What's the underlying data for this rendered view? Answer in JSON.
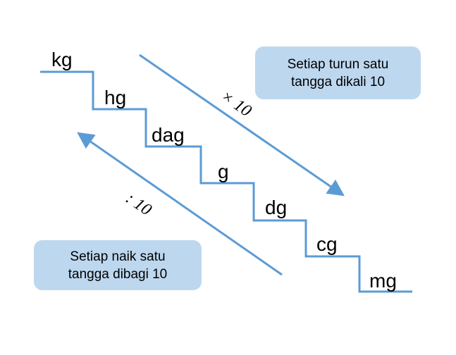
{
  "units": [
    "kg",
    "hg",
    "dag",
    "g",
    "dg",
    "cg",
    "mg"
  ],
  "multiply_label": "× 10",
  "divide_label": ": 10",
  "note_down": {
    "line1": "Setiap turun satu",
    "line2": "tangga dikali 10"
  },
  "note_up": {
    "line1": "Setiap naik satu",
    "line2": "tangga dibagi 10"
  },
  "colors": {
    "line": "#5b9bd5",
    "note_bg": "#bdd7ee"
  }
}
